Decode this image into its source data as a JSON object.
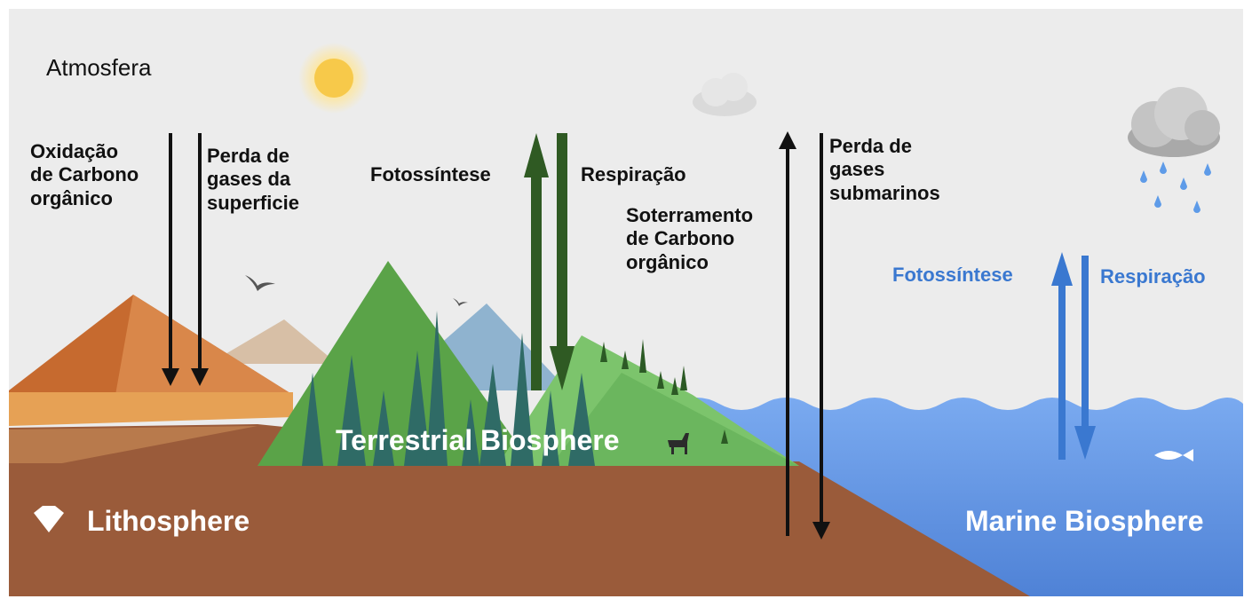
{
  "atmosphere_label": "Atmosfera",
  "flows": {
    "oxidation": "Oxidação\nde Carbono\norgânico",
    "surface_gas_loss": "Perda de\ngases da\nsuperficie",
    "terrestrial_photosynthesis": "Fotossíntese",
    "terrestrial_respiration": "Respiração",
    "burial": "Soterramento\nde Carbono\norgânico",
    "submarine_gas_loss": "Perda de\ngases\nsubmarinos",
    "marine_photosynthesis": "Fotossíntese",
    "marine_respiration": "Respiração"
  },
  "regions": {
    "lithosphere": "Lithosphere",
    "terrestrial": "Terrestrial Biosphere",
    "marine": "Marine Biosphere"
  },
  "colors": {
    "sky": "#ececec",
    "ground": "#9a5b3a",
    "ocean": "#6a9de8",
    "forest_green": "#2f5a23",
    "marine_blue": "#3a78d0",
    "black_arrow": "#111111"
  }
}
